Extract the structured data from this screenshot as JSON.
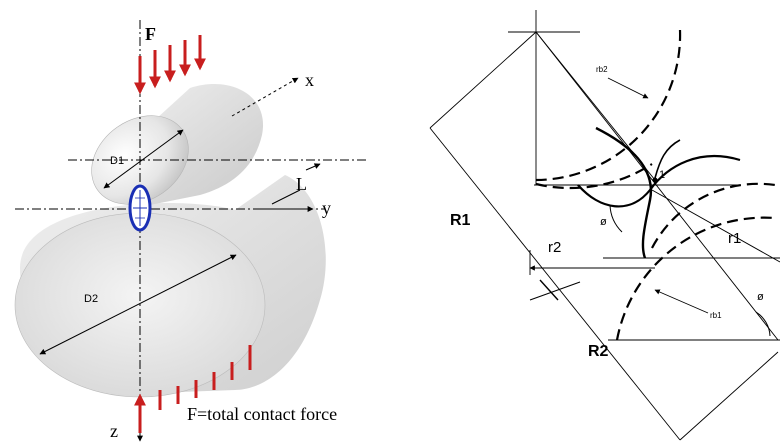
{
  "left_figure": {
    "force_label": "F",
    "x_axis_label": "x",
    "y_axis_label": "y",
    "z_axis_label": "z",
    "length_label": "L",
    "d1_label": "D1",
    "d2_label": "D2",
    "total_force_label": "F=total contact force",
    "force_color": "#c81e1e",
    "contact_ellipse_color": "#1a2fb4"
  },
  "right_figure": {
    "r1_big_label": "R1",
    "r2_big_label": "R2",
    "r1_label": "r1",
    "r2_label": "r2",
    "rb1_label": "rb1",
    "rb2_label": "rb2",
    "phi_label": "ø",
    "point_label": "1"
  }
}
